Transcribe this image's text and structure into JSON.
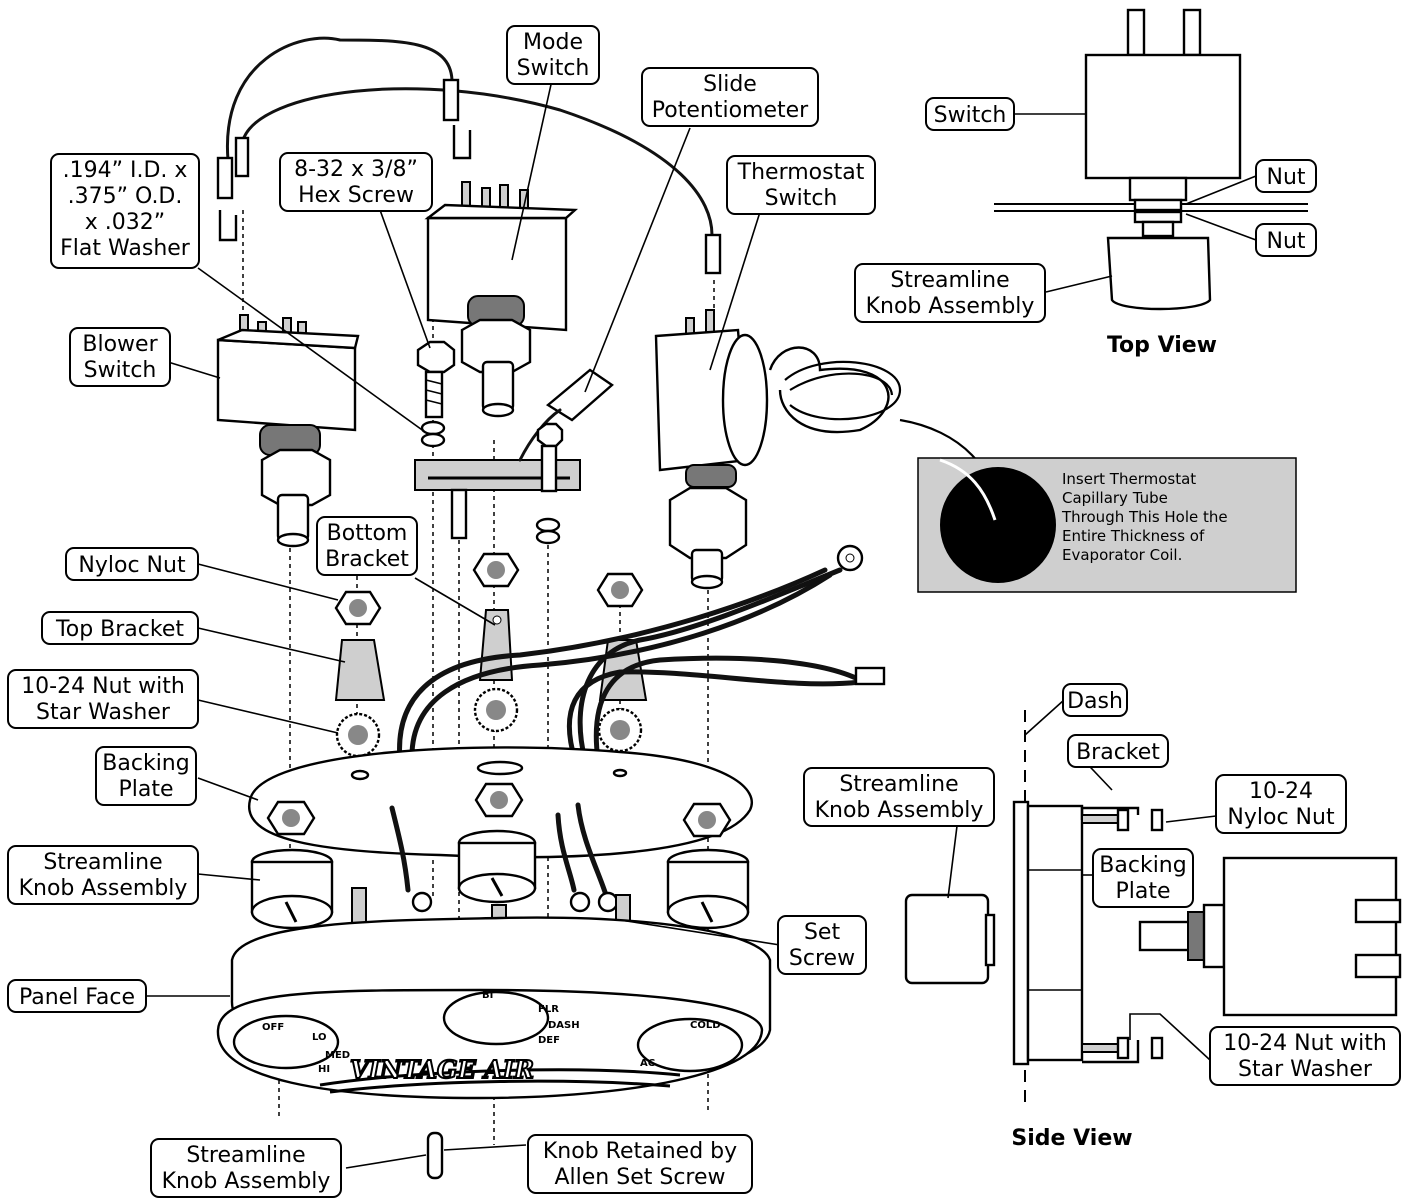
{
  "labels": {
    "mode_switch": [
      "Mode",
      "Switch"
    ],
    "slide_potentiometer": [
      "Slide",
      "Potentiometer"
    ],
    "flat_washer": [
      ".194” I.D. x",
      ".375” O.D.",
      "x .032”",
      "Flat Washer"
    ],
    "hex_screw": [
      "8-32 x 3/8”",
      "Hex Screw"
    ],
    "thermostat_switch": [
      "Thermostat",
      "Switch"
    ],
    "blower_switch": [
      "Blower",
      "Switch"
    ],
    "bottom_bracket": [
      "Bottom",
      "Bracket"
    ],
    "nyloc_nut": [
      "Nyloc Nut"
    ],
    "top_bracket": [
      "Top Bracket"
    ],
    "nut_star_washer": [
      "10-24 Nut with",
      "Star Washer"
    ],
    "backing_plate": [
      "Backing",
      "Plate"
    ],
    "knob_assembly_left": [
      "Streamline",
      "Knob Assembly"
    ],
    "set_screw": [
      "Set",
      "Screw"
    ],
    "panel_face": [
      "Panel Face"
    ],
    "knob_assembly_bottom": [
      "Streamline",
      "Knob Assembly"
    ],
    "knob_retained": [
      "Knob Retained by",
      "Allen Set Screw"
    ],
    "top_switch": [
      "Switch"
    ],
    "top_nut_upper": [
      "Nut"
    ],
    "top_nut_lower": [
      "Nut"
    ],
    "top_knob_assembly": [
      "Streamline",
      "Knob Assembly"
    ],
    "side_dash": [
      "Dash"
    ],
    "side_bracket": [
      "Bracket"
    ],
    "side_nyloc_nut": [
      "10-24",
      "Nyloc Nut"
    ],
    "side_knob_assembly": [
      "Streamline",
      "Knob Assembly"
    ],
    "side_backing_plate": [
      "Backing",
      "Plate"
    ],
    "side_nut_star_washer": [
      "10-24 Nut with",
      "Star Washer"
    ]
  },
  "view_titles": {
    "top_view": "Top View",
    "side_view": "Side View"
  },
  "note": {
    "lines": [
      "Insert Thermostat",
      "Capillary Tube",
      "Through This Hole the",
      "Entire Thickness of",
      "Evaporator Coil."
    ]
  },
  "panel_face_markings": {
    "blower": [
      "OFF",
      "LO",
      "MED",
      "HI"
    ],
    "mode": [
      "BI",
      "FLR",
      "DASH",
      "DEF"
    ],
    "temp": [
      "COLD",
      "AC"
    ],
    "logo": "VINTAGE AIR"
  },
  "colors": {
    "outline": "#000000",
    "note_background": "#cfcfcf",
    "part_fill": "#ffffff"
  }
}
